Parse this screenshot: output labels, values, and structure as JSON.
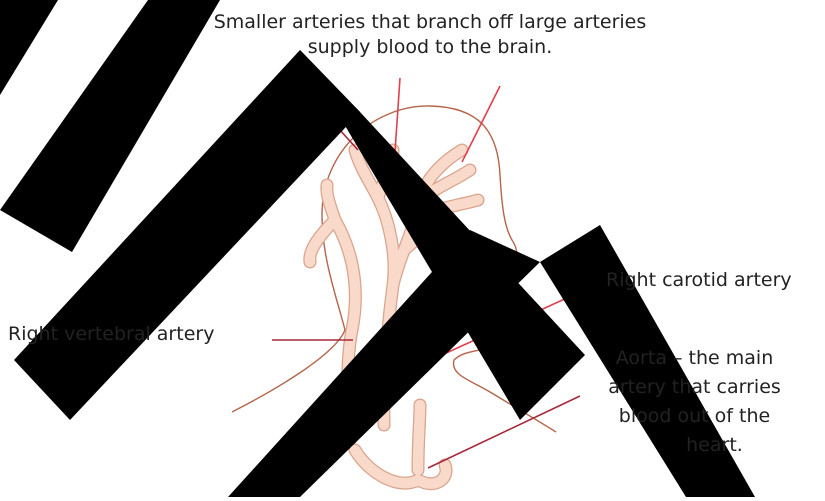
{
  "labels": {
    "top_line1": "Smaller arteries that branch off large arteries",
    "top_line2": "supply blood to the brain.",
    "carotid": "Right carotid artery",
    "vertebral": "Right vertebral artery",
    "aorta_line1": "Aorta – the main",
    "aorta_line2": "artery that carries",
    "aorta_line3": "blood out of the",
    "aorta_line4": "heart."
  },
  "colors": {
    "artery_fill": "#f8d9ca",
    "artery_stroke": "#d9a38c",
    "head_outline": "#b5654a",
    "pointer_line": "#e0404f",
    "pointer_line_dark": "#a8293a",
    "watermark": "#000000"
  }
}
